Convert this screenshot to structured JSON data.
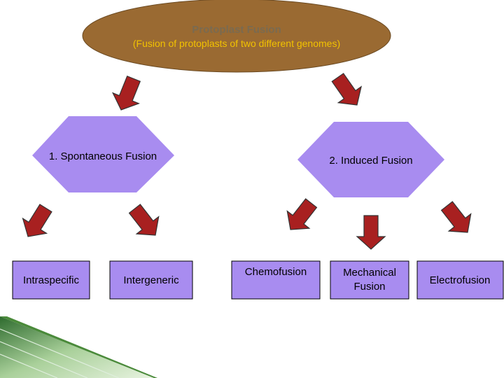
{
  "root": {
    "title": "Protoplast Fusion",
    "subtitle": "(Fusion of protoplasts of two different genomes)"
  },
  "branches": [
    {
      "label": "1. Spontaneous Fusion"
    },
    {
      "label": "2. Induced Fusion"
    }
  ],
  "leaves": [
    {
      "line1": "Intraspecific",
      "line2": ""
    },
    {
      "line1": "Intergeneric",
      "line2": ""
    },
    {
      "line1": "Chemofusion",
      "line2": ""
    },
    {
      "line1": "Mechanical",
      "line2": "Fusion"
    },
    {
      "line1": "Electrofusion",
      "line2": ""
    }
  ],
  "colors": {
    "ellipse": "#9a6a32",
    "hexagon": "#a88cf0",
    "arrow": "#a82020",
    "box": "#a88cf0"
  }
}
